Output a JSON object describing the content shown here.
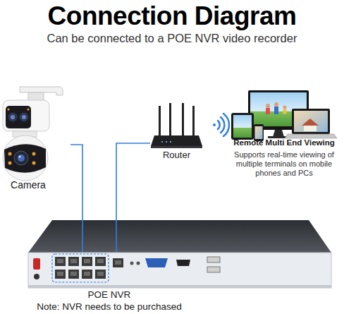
{
  "diagram": {
    "title": "Connection Diagram",
    "nodes": [
      {
        "text": [
          "Camera"
        ]
      },
      {
        "text": [
          "Router"
        ]
      },
      {
        "text": [
          "Remote Multi End Viewing",
          "Supports real-time viewing of multiple terminals on mobile phones and PCs"
        ]
      },
      {
        "text": [
          "POE NVR",
          "Note: NVR needs to be purchased"
        ]
      }
    ],
    "edges": [
      {
        "from": 0,
        "to": 3,
        "arrow": "none"
      },
      {
        "from": 1,
        "to": 3,
        "arrow": "none"
      }
    ],
    "labels": [
      "Can be connected to a POE NVR video recorder"
    ]
  }
}
